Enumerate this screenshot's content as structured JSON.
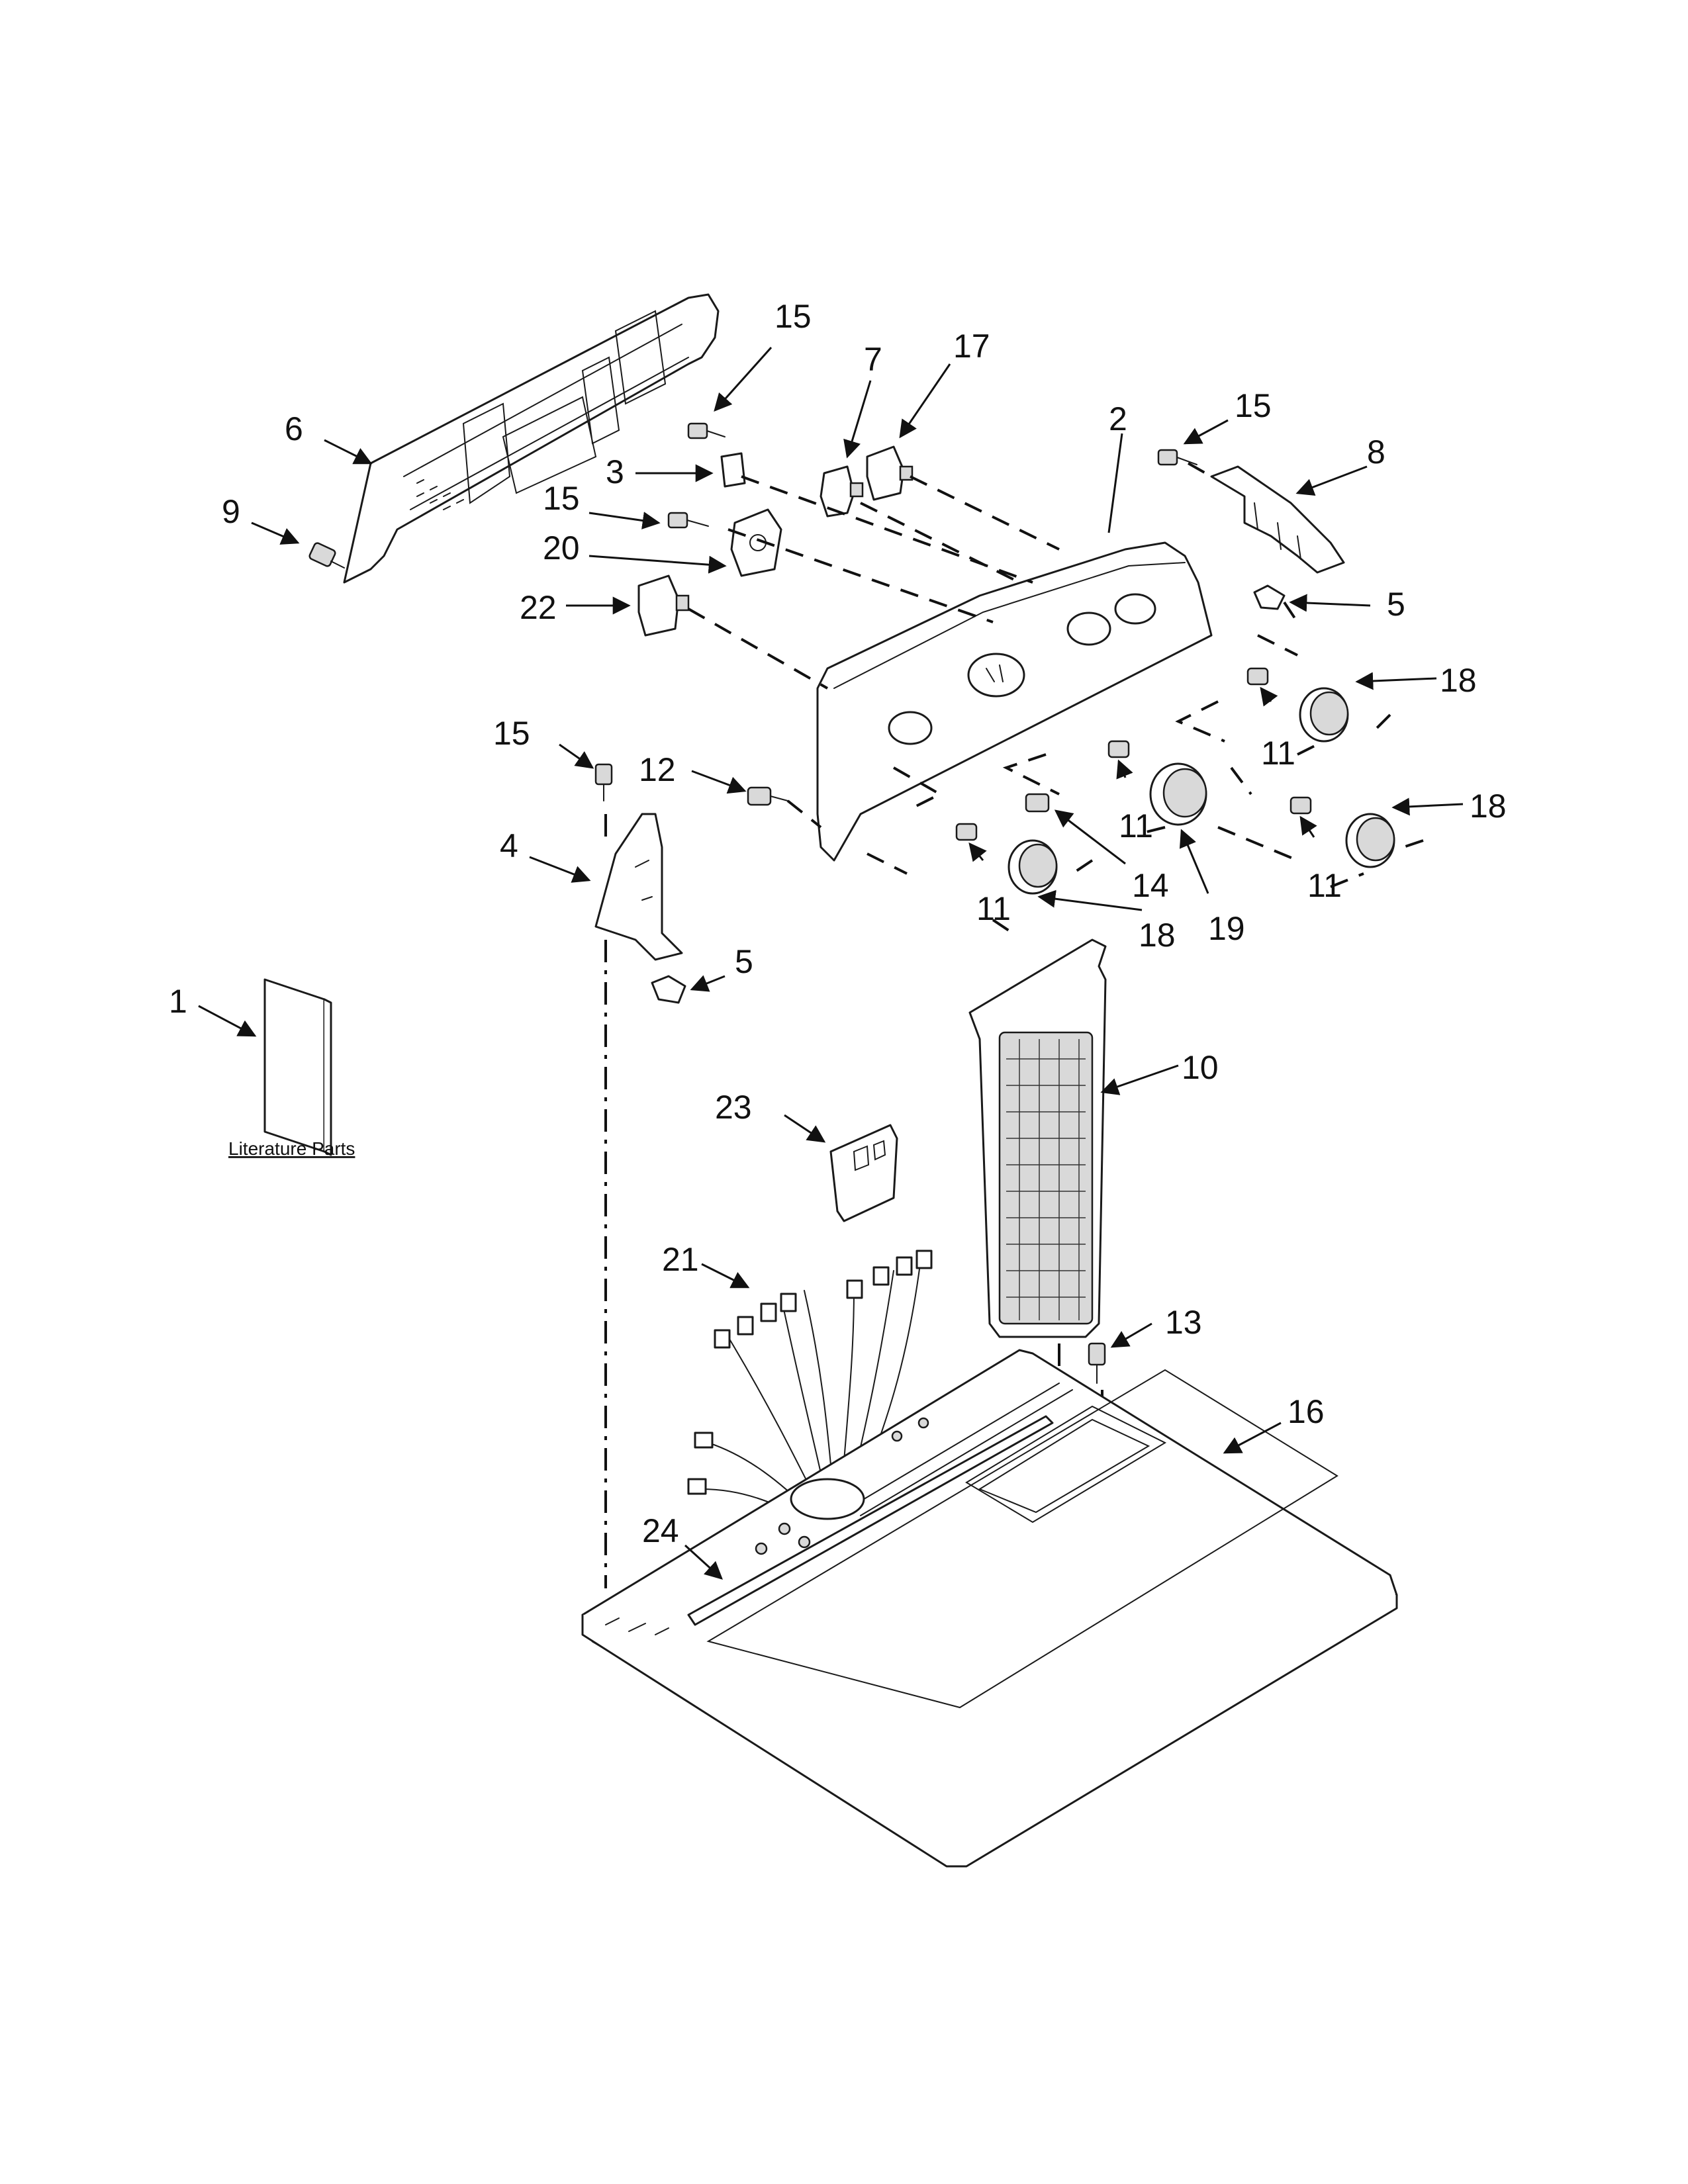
{
  "callouts": {
    "c1": "1",
    "c2": "2",
    "c3": "3",
    "c4": "4",
    "c5a": "5",
    "c5b": "5",
    "c6": "6",
    "c7": "7",
    "c8": "8",
    "c9": "9",
    "c10": "10",
    "c11a": "11",
    "c11b": "11",
    "c11c": "11",
    "c11d": "11",
    "c12": "12",
    "c13": "13",
    "c14": "14",
    "c15a": "15",
    "c15b": "15",
    "c15c": "15",
    "c15d": "15",
    "c16": "16",
    "c17": "17",
    "c18a": "18",
    "c18b": "18",
    "c18c": "18",
    "c19": "19",
    "c20": "20",
    "c21": "21",
    "c22": "22",
    "c23": "23",
    "c24": "24"
  },
  "literature": {
    "label": "Literature Parts"
  }
}
